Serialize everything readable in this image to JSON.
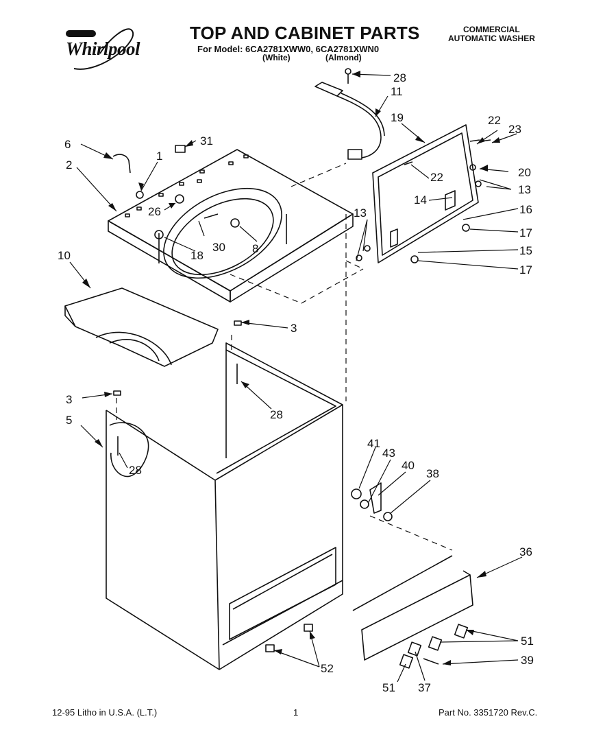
{
  "header": {
    "brand": "Whirlpool",
    "title": "TOP AND CABINET PARTS",
    "models_line": "For Model: 6CA2781XWW0, 6CA2781XWN0",
    "variant_white": "(White)",
    "variant_almond": "(Almond)",
    "category_line1": "COMMERCIAL",
    "category_line2": "AUTOMATIC WASHER"
  },
  "callouts": {
    "n1": "1",
    "n2": "2",
    "n3a": "3",
    "n3b": "3",
    "n5": "5",
    "n6": "6",
    "n8": "8",
    "n10": "10",
    "n11": "11",
    "n13a": "13",
    "n13b": "13",
    "n14": "14",
    "n15": "15",
    "n16": "16",
    "n17a": "17",
    "n17b": "17",
    "n18": "18",
    "n19": "19",
    "n20": "20",
    "n22a": "22",
    "n22b": "22",
    "n23": "23",
    "n26": "26",
    "n28a": "28",
    "n28b": "28",
    "n28c": "28",
    "n30": "30",
    "n31": "31",
    "n36": "36",
    "n37": "37",
    "n38": "38",
    "n39": "39",
    "n40": "40",
    "n41": "41",
    "n43": "43",
    "n51a": "51",
    "n51b": "51",
    "n52": "52"
  },
  "footer": {
    "left": "12-95 Litho in U.S.A. (L.T.)",
    "center": "1",
    "right": "Part No. 3351720 Rev.C."
  }
}
